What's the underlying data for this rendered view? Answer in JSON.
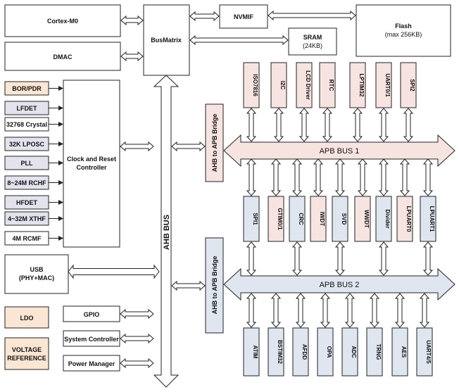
{
  "blocks": {
    "cortex": "Cortex-M0",
    "dmac": "DMAC",
    "busmatrix": "BusMatrix",
    "nvmif": "NVMIF",
    "flash_line1": "Flash",
    "flash_line2": "(max 256KB)",
    "sram_line1": "SRAM",
    "sram_line2": "(24KB)",
    "clock_line1": "Clock and Reset",
    "clock_line2": "Controller",
    "usb_line1": "USB",
    "usb_line2": "(PHY+MAC)",
    "ldo": "LDO",
    "vref_line1": "VOLTAGE",
    "vref_line2": "REFERENCE",
    "gpio": "GPIO",
    "system_controller": "System Controller",
    "power_manager": "Power Manager",
    "ahb_bus": "AHB BUS",
    "bridge1": "AHB to APB Bridge",
    "bridge2": "AHB to APB Bridge",
    "apb1": "APB BUS 1",
    "apb2": "APB BUS 2"
  },
  "clock_sources": [
    "BOR/PDR",
    "LFDET",
    "32768 Crystal",
    "32K LPOSC",
    "PLL",
    "8~24M RCHF",
    "HFDET",
    "4~32M XTHF",
    "4M RCMF"
  ],
  "apb1_top": [
    "ISO7816",
    "I2C",
    "LCD Driver",
    "RTC",
    "LPTIM32",
    "UART0/1",
    "SPI2"
  ],
  "apb1_bottom": [
    "SPI1",
    "GTIM0/1",
    "CRC",
    "IWDT",
    "SVD",
    "WWDT",
    "Divider",
    "LPUART0",
    "LPUART1"
  ],
  "apb2_bottom": [
    "ATIM",
    "BSTIM32",
    "AFDD",
    "OPA",
    "ADC",
    "TRNG",
    "AES",
    "UART4/5"
  ]
}
